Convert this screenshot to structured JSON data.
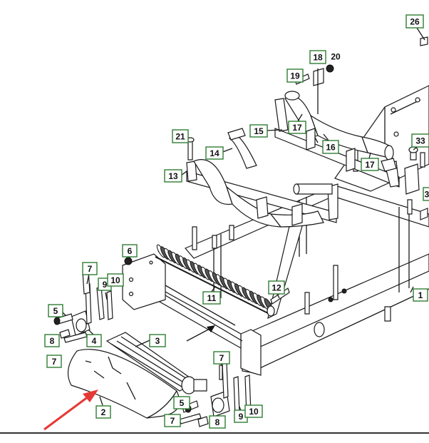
{
  "diagram": {
    "accent_color": "#2f7d32",
    "arrow_color": "#e53935",
    "parts": [
      {
        "id": "p26",
        "label": "26",
        "boxed": true
      },
      {
        "id": "p18",
        "label": "18",
        "boxed": true
      },
      {
        "id": "p20",
        "label": "20",
        "boxed": false
      },
      {
        "id": "p19",
        "label": "19",
        "boxed": true
      },
      {
        "id": "p15",
        "label": "15",
        "boxed": true
      },
      {
        "id": "p17a",
        "label": "17",
        "boxed": true
      },
      {
        "id": "p16",
        "label": "16",
        "boxed": true
      },
      {
        "id": "p17b",
        "label": "17",
        "boxed": true
      },
      {
        "id": "p33",
        "label": "33",
        "boxed": true
      },
      {
        "id": "p3r",
        "label": "3",
        "boxed": true
      },
      {
        "id": "p21",
        "label": "21",
        "boxed": true
      },
      {
        "id": "p14",
        "label": "14",
        "boxed": true
      },
      {
        "id": "p13",
        "label": "13",
        "boxed": true
      },
      {
        "id": "p6",
        "label": "6",
        "boxed": true
      },
      {
        "id": "p7a",
        "label": "7",
        "boxed": true
      },
      {
        "id": "p9a",
        "label": "9",
        "boxed": true
      },
      {
        "id": "p10a",
        "label": "10",
        "boxed": true
      },
      {
        "id": "p11",
        "label": "11",
        "boxed": true
      },
      {
        "id": "p12",
        "label": "12",
        "boxed": true
      },
      {
        "id": "p1",
        "label": "1",
        "boxed": true
      },
      {
        "id": "p5a",
        "label": "5",
        "boxed": true
      },
      {
        "id": "p8a",
        "label": "8",
        "boxed": true
      },
      {
        "id": "p4",
        "label": "4",
        "boxed": true
      },
      {
        "id": "p7b",
        "label": "7",
        "boxed": true
      },
      {
        "id": "p3",
        "label": "3",
        "boxed": true
      },
      {
        "id": "p2",
        "label": "2",
        "boxed": true
      },
      {
        "id": "p7c",
        "label": "7",
        "boxed": true
      },
      {
        "id": "p5b",
        "label": "5",
        "boxed": true
      },
      {
        "id": "p7d",
        "label": "7",
        "boxed": true
      },
      {
        "id": "p8b",
        "label": "8",
        "boxed": true
      },
      {
        "id": "p9b",
        "label": "9",
        "boxed": true
      },
      {
        "id": "p10b",
        "label": "10",
        "boxed": true
      }
    ]
  }
}
